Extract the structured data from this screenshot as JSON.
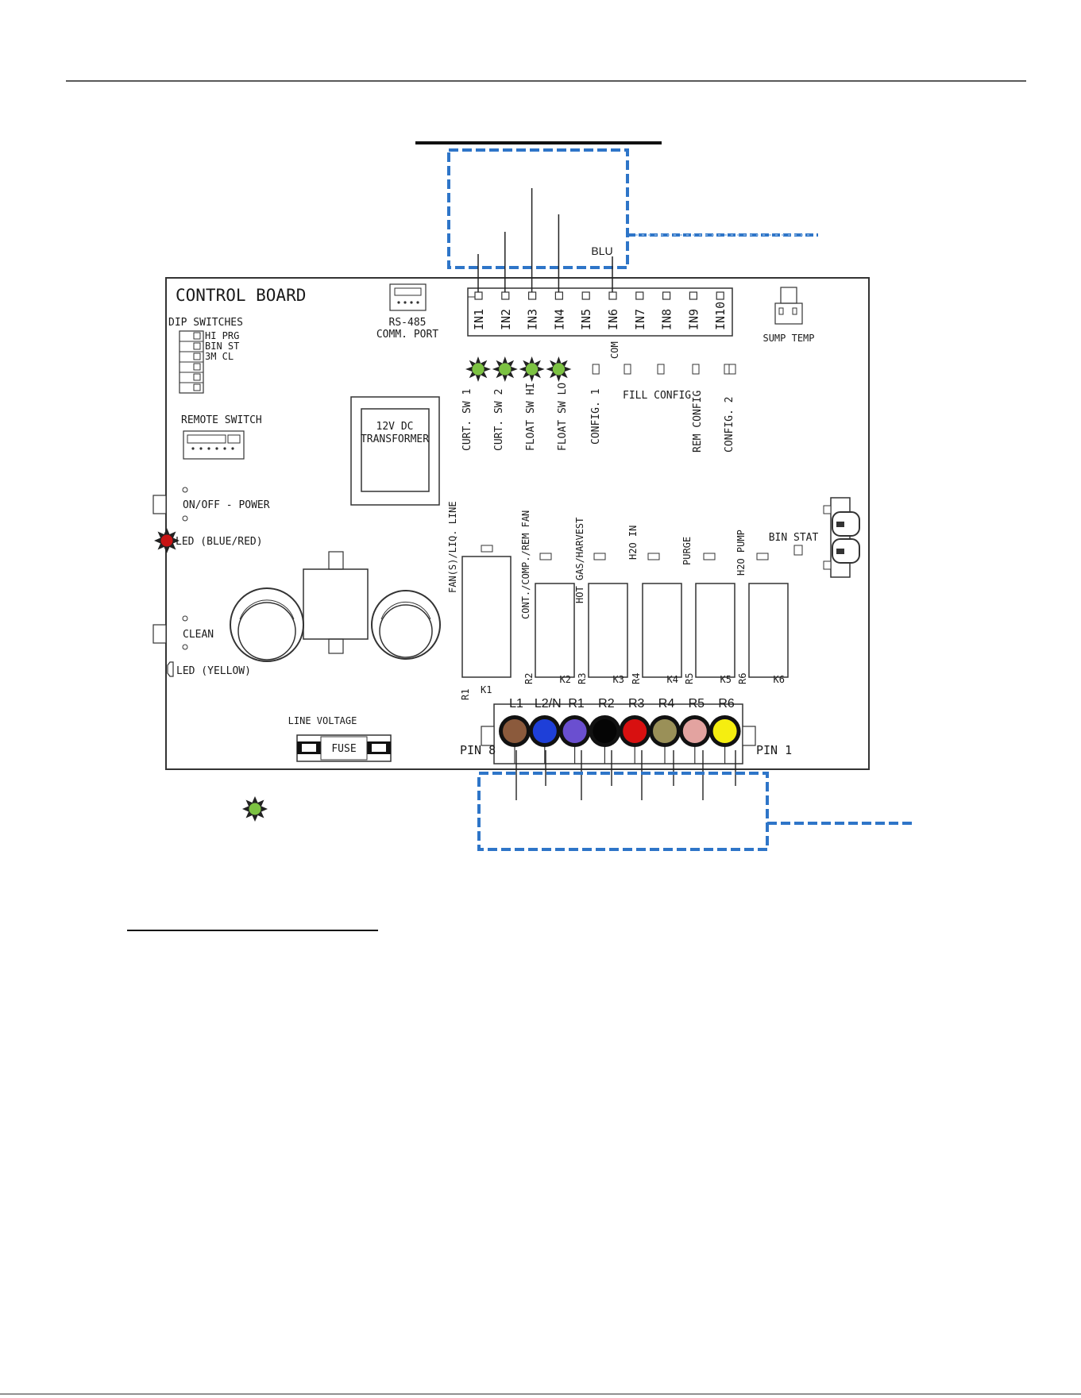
{
  "board": {
    "title": "CONTROL BOARD",
    "dip": {
      "title": "DIP SWITCHES",
      "items": [
        "HI PRG",
        "BIN ST",
        "3M CL"
      ]
    },
    "remote_switch": "REMOTE SWITCH",
    "rs485": {
      "line1": "RS-485",
      "line2": "COMM. PORT"
    },
    "sump_temp": "SUMP TEMP",
    "transformer": {
      "line1": "12V DC",
      "line2": "TRANSFORMER"
    },
    "power": {
      "switch": "ON/OFF - POWER",
      "led": "LED (BLUE/RED)"
    },
    "clean": {
      "switch": "CLEAN",
      "led": "LED (YELLOW)"
    },
    "line_voltage": "LINE VOLTAGE",
    "fuse": "FUSE",
    "bin_stat": "BIN STAT",
    "pin8": "PIN 8",
    "pin1": "PIN 1",
    "com_label": "COM",
    "fill_config": "FILL CONFIG"
  },
  "wiring": {
    "blu": "BLU"
  },
  "inputs": [
    {
      "label": "IN1",
      "indicator": "CURT. SW 1",
      "led": "green",
      "wired": true
    },
    {
      "label": "IN2",
      "indicator": "CURT. SW 2",
      "led": "green",
      "wired": true
    },
    {
      "label": "IN3",
      "indicator": "FLOAT SW HI",
      "led": "green",
      "wired": true
    },
    {
      "label": "IN4",
      "indicator": "FLOAT SW LO",
      "led": "green",
      "wired": true
    },
    {
      "label": "IN5",
      "indicator": "CONFIG. 1",
      "led": "off",
      "wired": false
    },
    {
      "label": "IN6",
      "indicator": "",
      "led": "off",
      "wired": true
    },
    {
      "label": "IN7",
      "indicator": "",
      "led": "off",
      "wired": false
    },
    {
      "label": "IN8",
      "indicator": "",
      "led": "off",
      "wired": false
    },
    {
      "label": "IN9",
      "indicator": "REM CONFIG",
      "led": "off",
      "wired": false
    },
    {
      "label": "IN10",
      "indicator": "CONFIG. 2",
      "led": "off",
      "wired": false
    }
  ],
  "relay_functions": [
    "FAN(S)/LIQ. LINE",
    "CONT./COMP./REM FAN",
    "HOT GAS/HARVEST",
    "H2O IN",
    "PURGE",
    "H2O PUMP"
  ],
  "relays": [
    {
      "r": "R1",
      "k": "K1"
    },
    {
      "r": "R2",
      "k": "K2"
    },
    {
      "r": "R3",
      "k": "K3"
    },
    {
      "r": "R4",
      "k": "K4"
    },
    {
      "r": "R5",
      "k": "K5"
    },
    {
      "r": "R6",
      "k": "K6"
    }
  ],
  "terminals": [
    {
      "label": "L1",
      "color": "#8B5A3C"
    },
    {
      "label": "L2/N",
      "color": "#1E3FD8"
    },
    {
      "label": "R1",
      "color": "#6A4FD0"
    },
    {
      "label": "R2",
      "color": "#050505"
    },
    {
      "label": "R3",
      "color": "#D81010"
    },
    {
      "label": "R4",
      "color": "#9A9058"
    },
    {
      "label": "R5",
      "color": "#E3A3A0"
    },
    {
      "label": "R6",
      "color": "#F5EE10"
    }
  ],
  "colors": {
    "led_green": "#7CC242",
    "led_red": "#C81414",
    "dashed_box": "#2E75C8",
    "board_outline": "#333333"
  }
}
